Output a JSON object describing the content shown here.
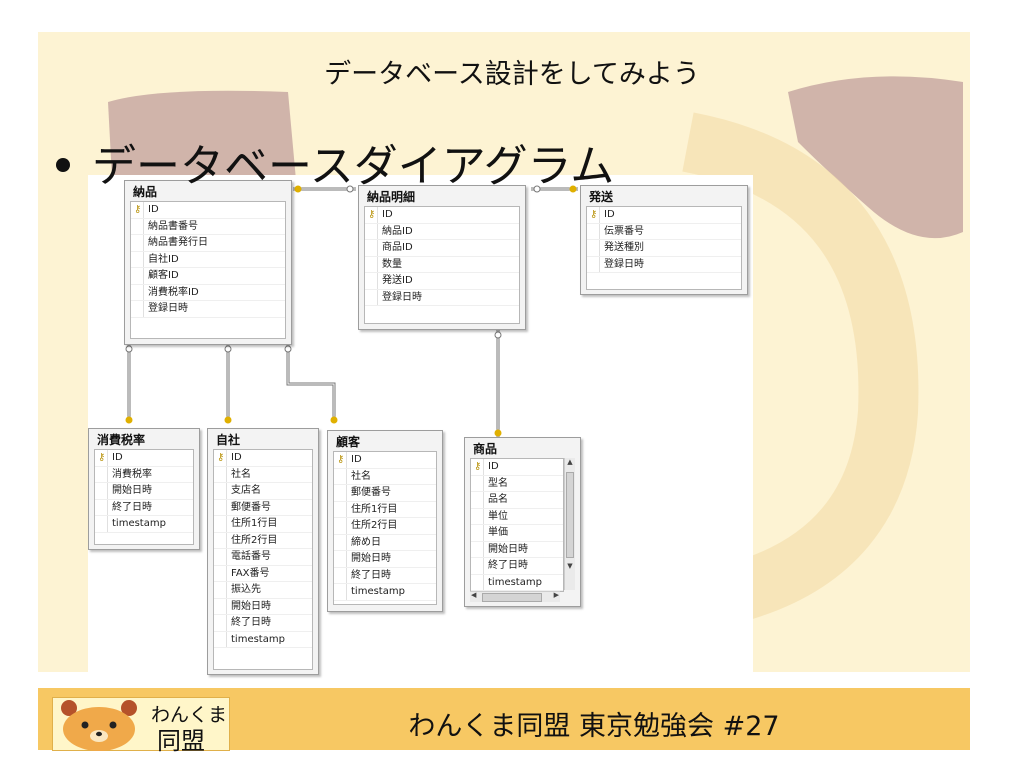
{
  "slide": {
    "title": "データベース設計をしてみよう",
    "bullet": "データベースダイアグラム"
  },
  "footer": {
    "text": "わんくま同盟 東京勉強会 #27",
    "logo_line1": "わんくま",
    "logo_line2": "同盟"
  },
  "colors": {
    "slide_bg": "#fdf3d3",
    "footer_bg": "#f7c863",
    "blob": "#c8a8a2",
    "key_icon": "#e0b000"
  },
  "diagram": {
    "tables": [
      {
        "name": "納品",
        "key": "t-nouhin",
        "fields": [
          "ID",
          "納品書番号",
          "納品書発行日",
          "自社ID",
          "顧客ID",
          "消費税率ID",
          "登録日時"
        ]
      },
      {
        "name": "納品明細",
        "key": "t-nouhin-meisai",
        "fields": [
          "ID",
          "納品ID",
          "商品ID",
          "数量",
          "発送ID",
          "登録日時"
        ]
      },
      {
        "name": "発送",
        "key": "t-hassou",
        "fields": [
          "ID",
          "伝票番号",
          "発送種別",
          "登録日時"
        ]
      },
      {
        "name": "消費税率",
        "key": "t-shouhizei",
        "fields": [
          "ID",
          "消費税率",
          "開始日時",
          "終了日時",
          "timestamp"
        ]
      },
      {
        "name": "自社",
        "key": "t-jisha",
        "fields": [
          "ID",
          "社名",
          "支店名",
          "郵便番号",
          "住所1行目",
          "住所2行目",
          "電話番号",
          "FAX番号",
          "振込先",
          "開始日時",
          "終了日時",
          "timestamp"
        ]
      },
      {
        "name": "顧客",
        "key": "t-kokyaku",
        "fields": [
          "ID",
          "社名",
          "郵便番号",
          "住所1行目",
          "住所2行目",
          "締め日",
          "開始日時",
          "終了日時",
          "timestamp"
        ]
      },
      {
        "name": "商品",
        "key": "t-shouhin",
        "fields": [
          "ID",
          "型名",
          "品名",
          "単位",
          "単価",
          "開始日時",
          "終了日時",
          "timestamp"
        ]
      }
    ]
  }
}
